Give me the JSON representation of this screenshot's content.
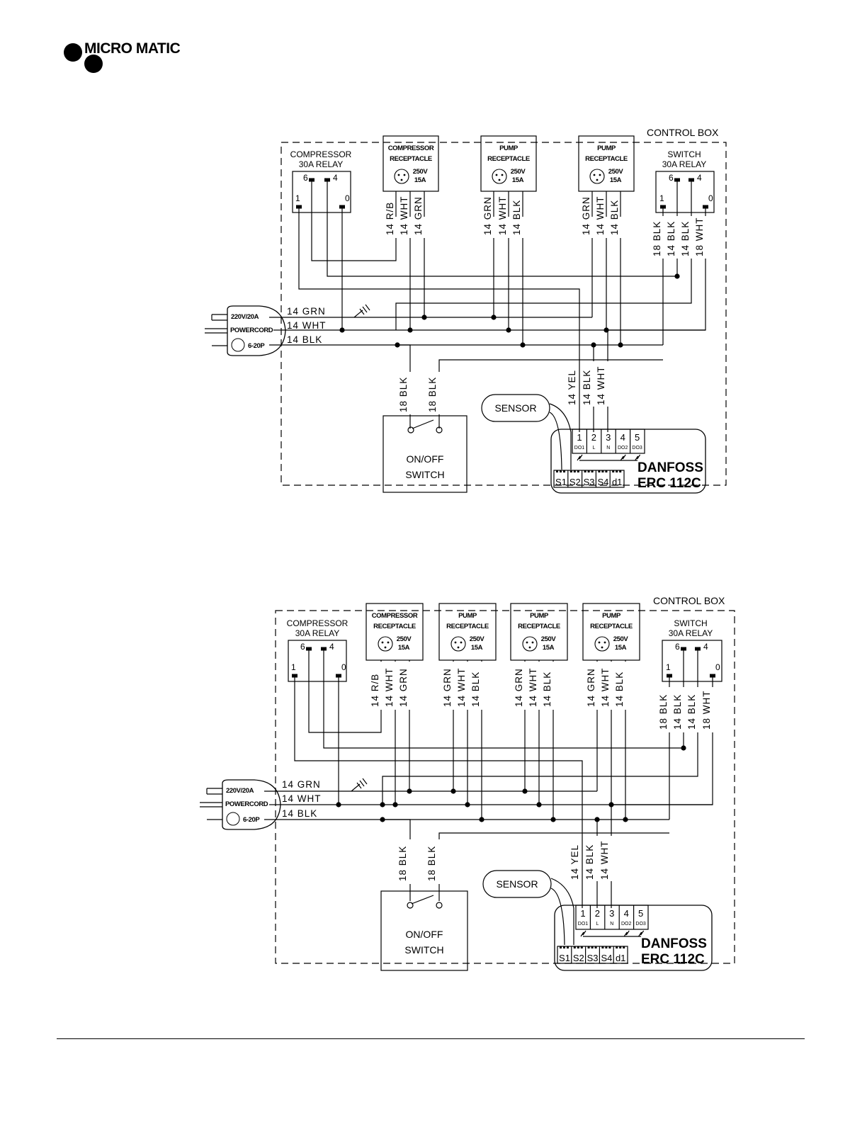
{
  "brand": {
    "logo_text": "MICRO MATIC",
    "logo_icon": "three-dots-logo-icon"
  },
  "labels": {
    "control_box": "CONTROL BOX",
    "compressor_relay_1": "COMPRESSOR",
    "compressor_relay_2": "30A RELAY",
    "switch_relay_1": "SWITCH",
    "switch_relay_2": "30A RELAY",
    "relay_pin_6": "6",
    "relay_pin_4": "4",
    "relay_pin_1": "1",
    "relay_pin_0": "0",
    "compressor_receptacle_1": "COMPRESSOR",
    "pump_receptacle_1": "PUMP",
    "receptacle_2": "RECEPTACLE",
    "volt": "250V",
    "amp": "15A",
    "powercord_1": "220V/20A",
    "powercord_2": "POWERCORD",
    "powercord_3": "6-20P",
    "wire_grn": "14 GRN",
    "wire_wht": "14 WHT",
    "wire_blk": "14 BLK",
    "wire_rb": "14 R/B",
    "wire_18blk": "18 BLK",
    "wire_18wht": "18 WHT",
    "wire_14yel": "14 YEL",
    "sensor": "SENSOR",
    "switch_1": "ON/OFF",
    "switch_2": "SWITCH",
    "controller_1": "DANFOSS",
    "controller_2": "ERC 112C",
    "terminals_top": [
      "1",
      "2",
      "3",
      "4",
      "5"
    ],
    "terminals_top_sub": [
      "DO1",
      "L",
      "N",
      "DO2",
      "DO3"
    ],
    "terminals_bottom": [
      "S1",
      "S2",
      "S3",
      "S4",
      "d1"
    ]
  },
  "diagrams": [
    {
      "name": "two-pump-wiring",
      "pump_receptacle_count": 2
    },
    {
      "name": "three-pump-wiring",
      "pump_receptacle_count": 3
    }
  ]
}
